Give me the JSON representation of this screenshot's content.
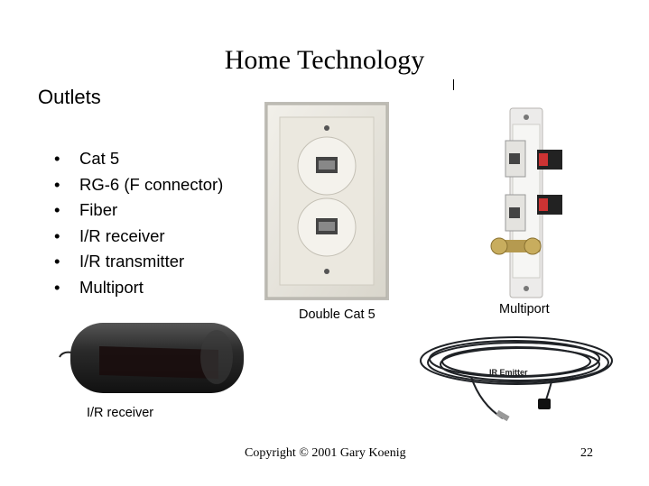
{
  "slide": {
    "title": "Home Technology",
    "subtitle": "Outlets",
    "bullets": [
      "Cat 5",
      "RG-6 (F connector)",
      "Fiber",
      "I/R receiver",
      "I/R transmitter",
      "Multiport"
    ],
    "bullet_glyph": "•"
  },
  "images": {
    "double_cat5_caption": "Double Cat 5",
    "multiport_caption": "Multiport",
    "ir_receiver_caption": "I/R receiver",
    "ir_emitter_label": "IR Emitter"
  },
  "footer": {
    "copyright": "Copyright © 2001 Gary Koenig",
    "page_number": "22"
  }
}
